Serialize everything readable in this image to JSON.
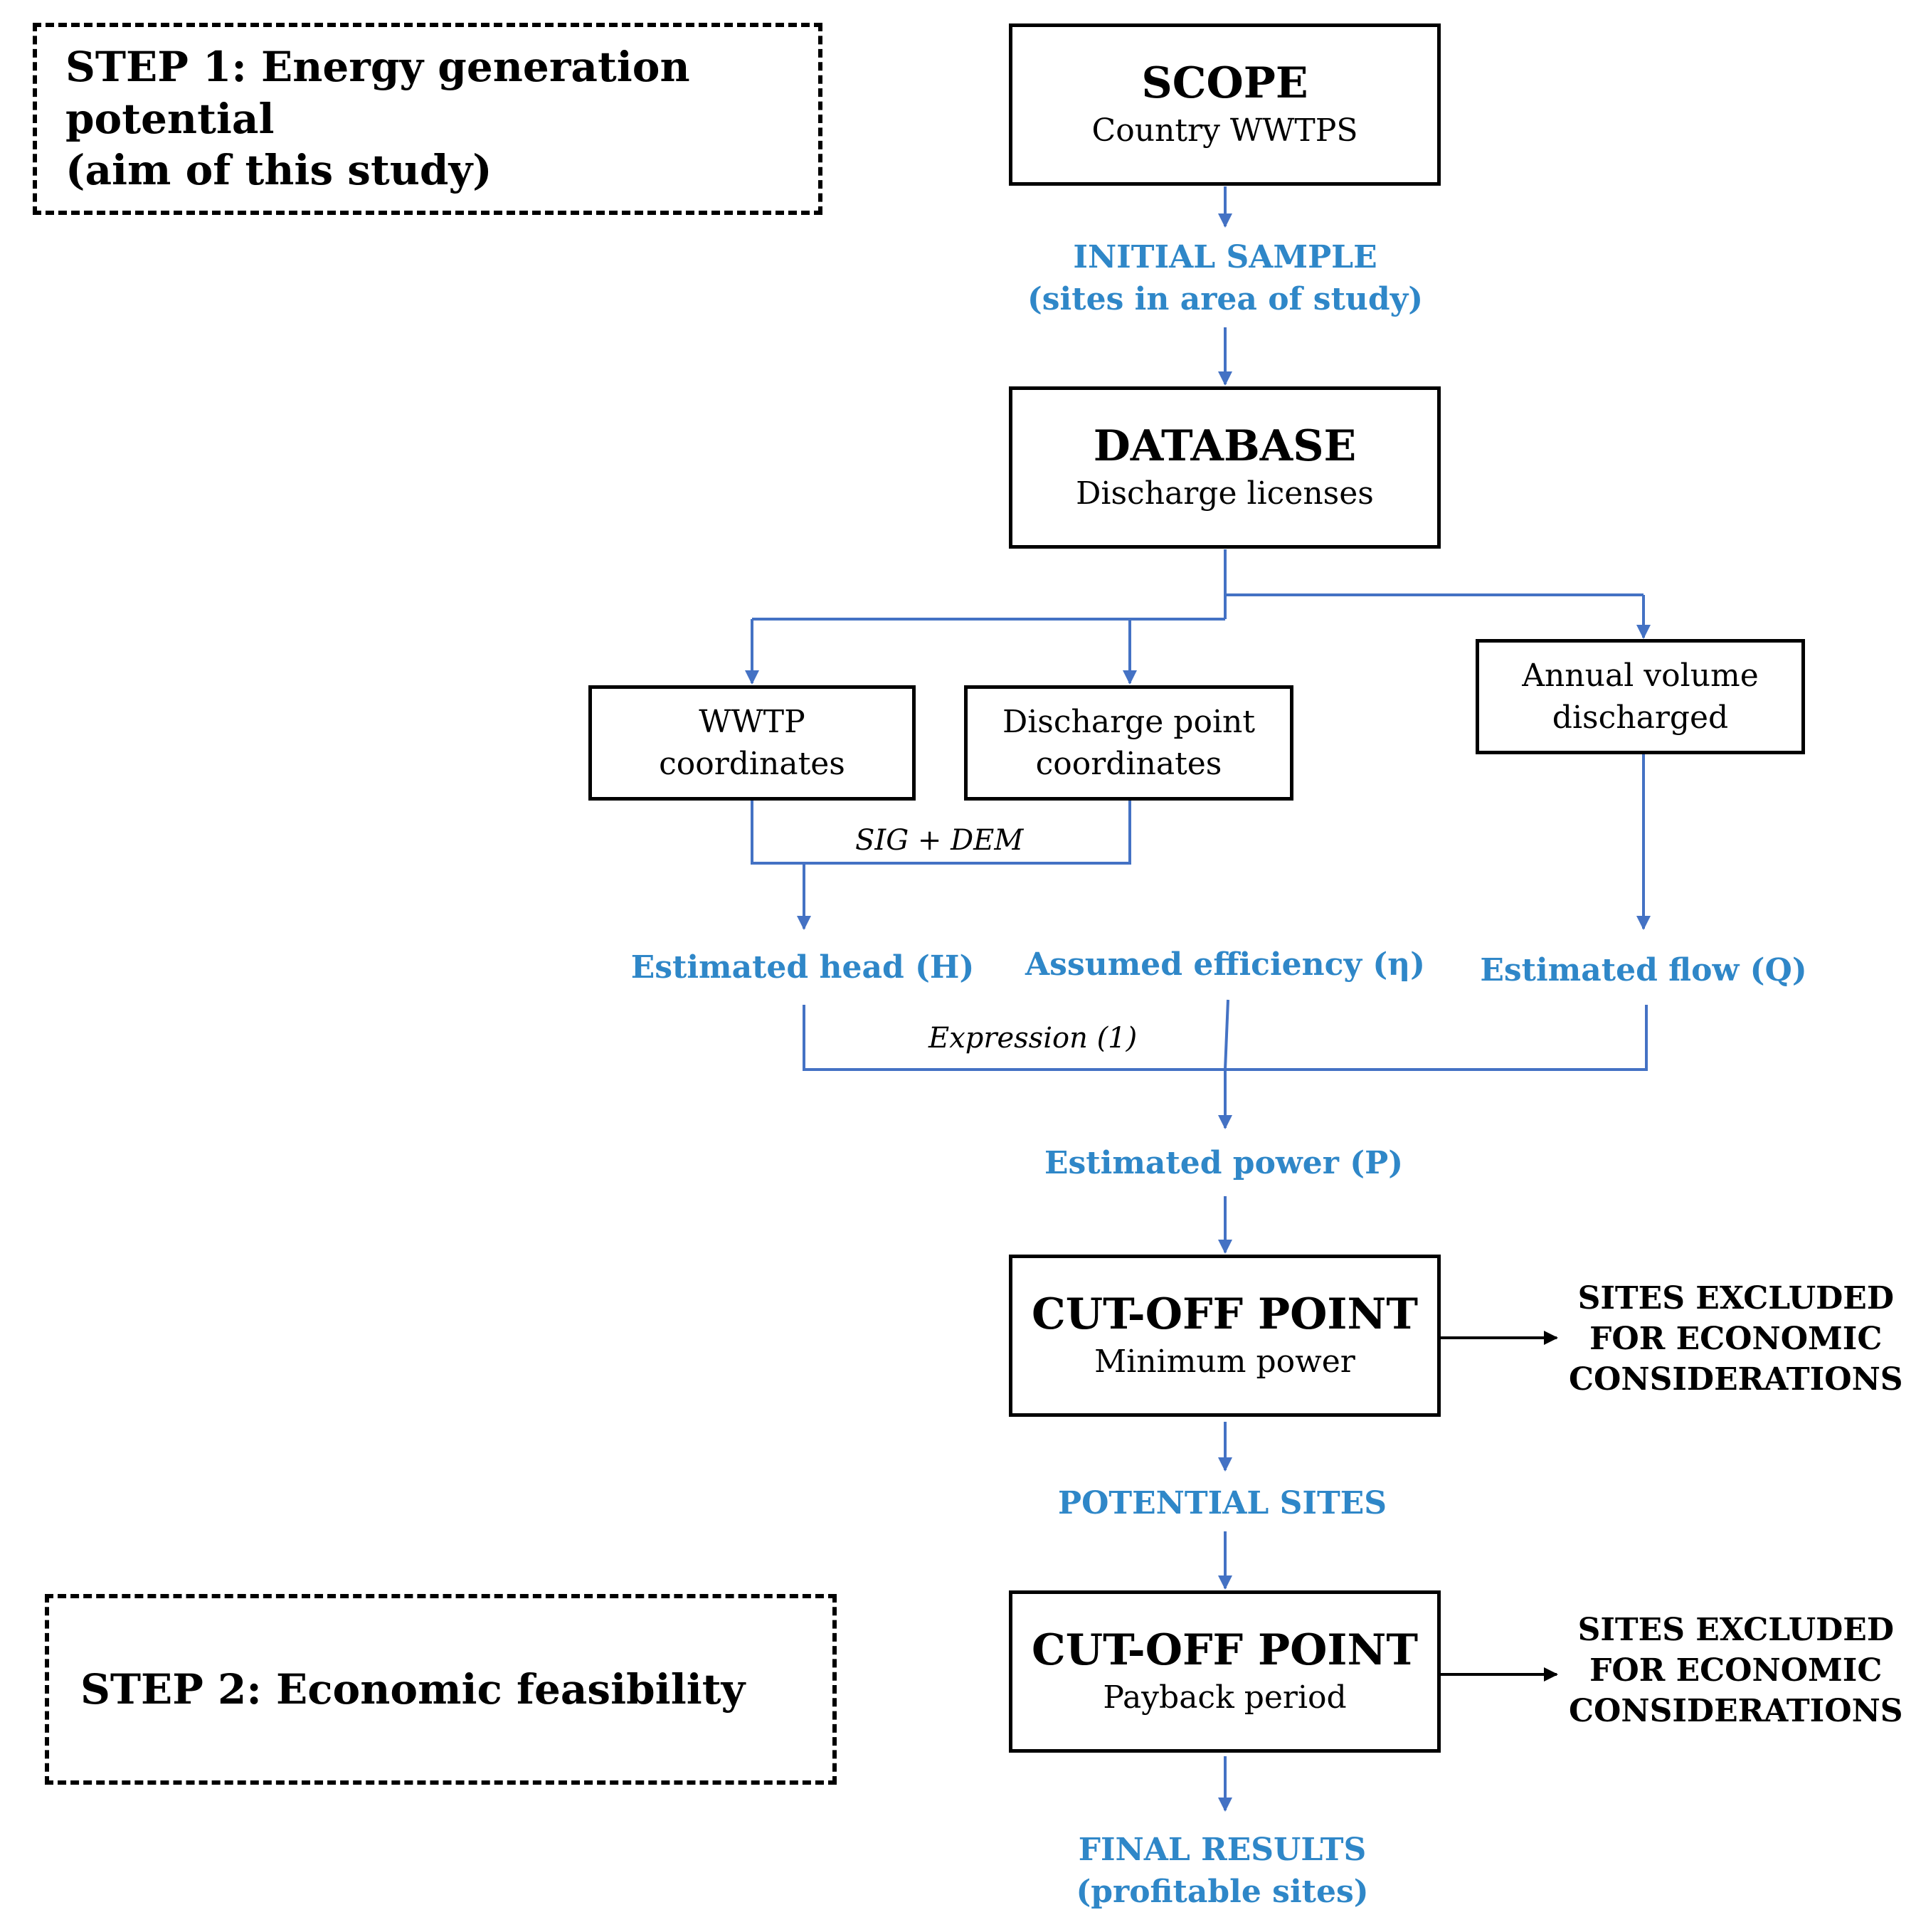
{
  "step1": "STEP 1: Energy generation potential (aim of this study)",
  "step1_line1": "STEP 1: Energy generation potential",
  "step1_line2": "(aim of this study)",
  "step2": "STEP 2: Economic feasibility",
  "scope": {
    "title": "SCOPE",
    "sub": "Country WWTPS"
  },
  "initial_sample": {
    "line1": "INITIAL SAMPLE",
    "line2": "(sites in area of study)"
  },
  "database": {
    "title": "DATABASE",
    "sub": "Discharge licenses"
  },
  "wwtp": {
    "line1": "WWTP",
    "line2": "coordinates"
  },
  "discharge_point": {
    "line1": "Discharge point",
    "line2": "coordinates"
  },
  "annual_volume": {
    "line1": "Annual volume",
    "line2": "discharged"
  },
  "sig_dem": "SIG + DEM",
  "estimated_head": "Estimated head (H)",
  "assumed_efficiency": "Assumed efficiency (η)",
  "estimated_flow": "Estimated flow (Q)",
  "expression": "Expression (1)",
  "estimated_power": "Estimated power (P)",
  "cutoff1": {
    "title": "CUT-OFF POINT",
    "sub": "Minimum power"
  },
  "excluded1": {
    "line1": "SITES EXCLUDED",
    "line2": "FOR ECONOMIC",
    "line3": "CONSIDERATIONS"
  },
  "potential_sites": "POTENTIAL SITES",
  "cutoff2": {
    "title": "CUT-OFF POINT",
    "sub": "Payback period"
  },
  "excluded2": {
    "line1": "SITES EXCLUDED",
    "line2": "FOR ECONOMIC",
    "line3": "CONSIDERATIONS"
  },
  "final_results": {
    "line1": "FINAL RESULTS",
    "line2": "(profitable sites)"
  },
  "colors": {
    "flow_blue": "#4472c4",
    "label_blue": "#2f87c8",
    "box_border": "#000000"
  }
}
